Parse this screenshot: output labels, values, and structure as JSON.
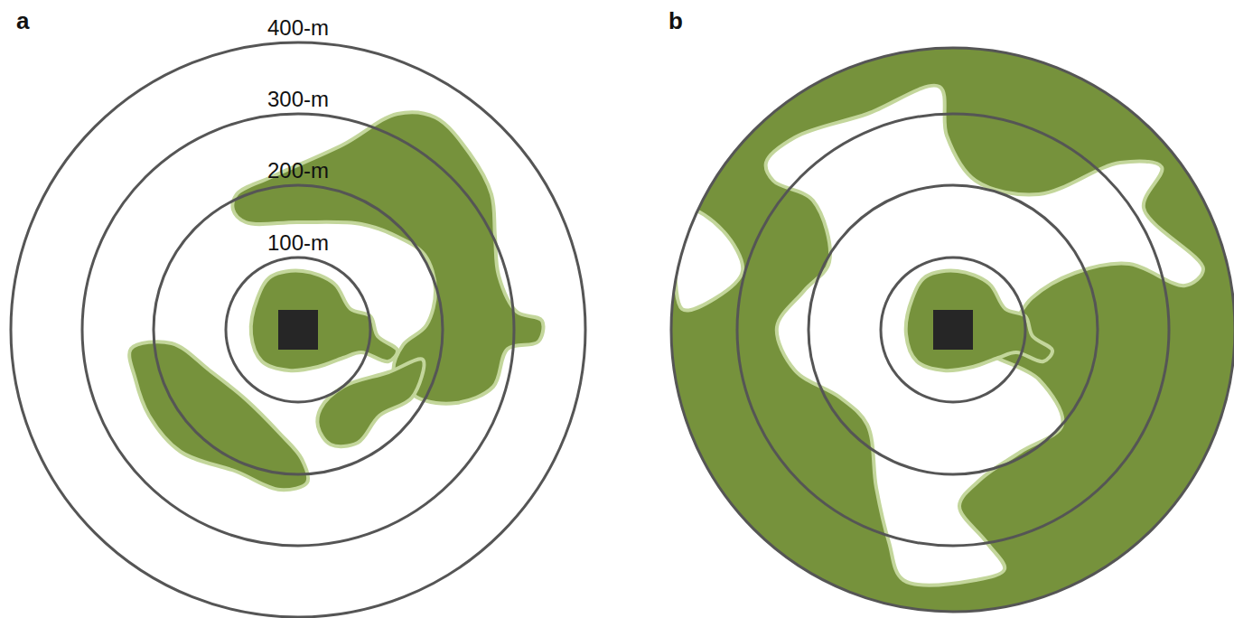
{
  "diagram": {
    "labels": [
      "a",
      "400-m",
      "300-m",
      "200-m",
      "100-m",
      "b"
    ]
  }
}
